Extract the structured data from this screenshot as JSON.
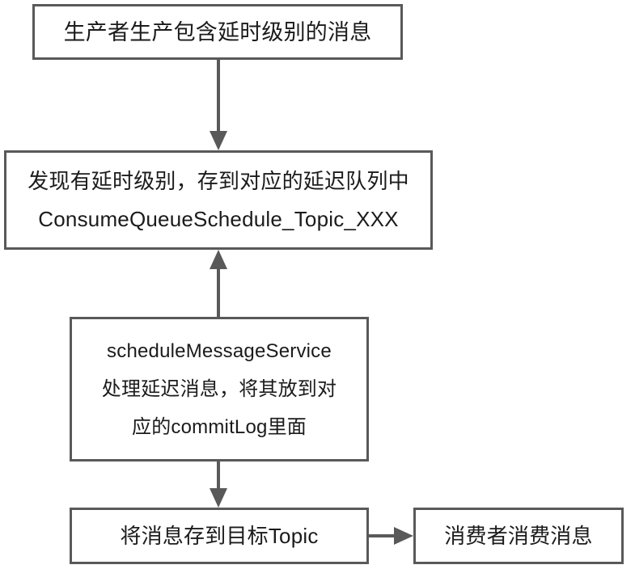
{
  "diagram": {
    "title": "RocketMQ delayed message flow",
    "background_color": "#ffffff",
    "stroke_color": "#595959",
    "text_color": "#1b1b1b",
    "nodes": [
      {
        "id": "producer",
        "lines": [
          "生产者生产包含延时级别的消息"
        ]
      },
      {
        "id": "delayqueue",
        "lines": [
          "发现有延时级别，存到对应的延迟队列中",
          "ConsumeQueueSchedule_Topic_XXX"
        ]
      },
      {
        "id": "schedsvc",
        "lines": [
          "scheduleMessageService",
          "处理延迟消息，将其放到对",
          "应的commitLog里面"
        ]
      },
      {
        "id": "savetopic",
        "lines": [
          "将消息存到目标Topic"
        ]
      },
      {
        "id": "consumer",
        "lines": [
          "消费者消费消息"
        ]
      }
    ],
    "edges": [
      {
        "id": "producer-to-delayqueue",
        "from": "producer",
        "to": "delayqueue",
        "direction": "down",
        "label": ""
      },
      {
        "id": "schedsvc-to-delayqueue",
        "from": "schedsvc",
        "to": "delayqueue",
        "direction": "up",
        "label": ""
      },
      {
        "id": "schedsvc-to-savetopic",
        "from": "schedsvc",
        "to": "savetopic",
        "direction": "down",
        "label": ""
      },
      {
        "id": "savetopic-to-consumer",
        "from": "savetopic",
        "to": "consumer",
        "direction": "right",
        "label": ""
      }
    ]
  }
}
